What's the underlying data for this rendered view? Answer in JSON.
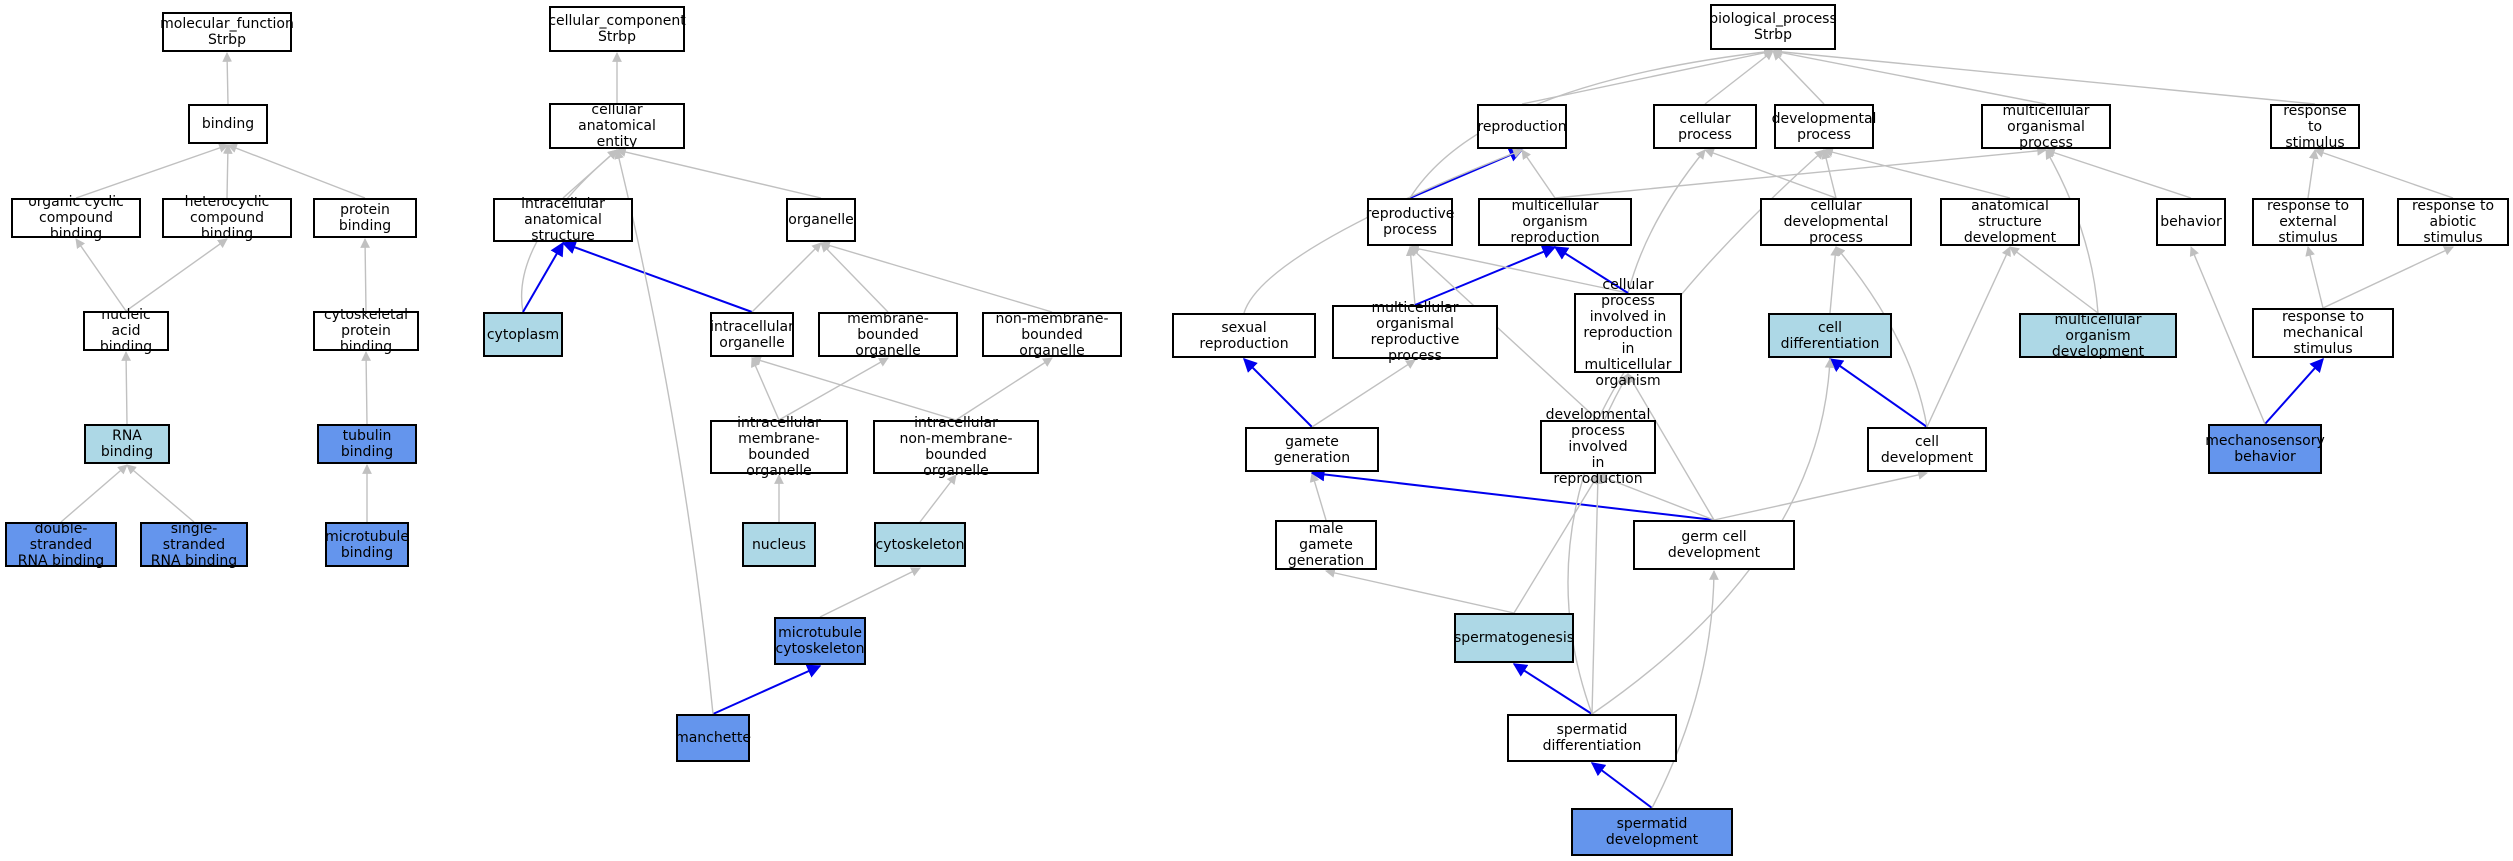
{
  "colors": {
    "plain": "#ffffff",
    "light": "#add8e6",
    "dark": "#6495ed",
    "edge_gray": "#c0c0c0",
    "edge_blue": "#0000ee"
  },
  "nodes": {
    "molecular_function": {
      "label": "molecular_function\nStrbp",
      "fill": "plain"
    },
    "binding": {
      "label": "binding",
      "fill": "plain"
    },
    "organic_cyclic": {
      "label": "organic cyclic\ncompound binding",
      "fill": "plain"
    },
    "heterocyclic": {
      "label": "heterocyclic\ncompound binding",
      "fill": "plain"
    },
    "protein_binding": {
      "label": "protein binding",
      "fill": "plain"
    },
    "nucleic_acid": {
      "label": "nucleic acid\nbinding",
      "fill": "plain"
    },
    "cytoskeletal_pb": {
      "label": "cytoskeletal\nprotein binding",
      "fill": "plain"
    },
    "rna_binding": {
      "label": "RNA binding",
      "fill": "light"
    },
    "tubulin_binding": {
      "label": "tubulin binding",
      "fill": "dark"
    },
    "ds_rna": {
      "label": "double-stranded\nRNA binding",
      "fill": "dark"
    },
    "ss_rna": {
      "label": "single-stranded\nRNA binding",
      "fill": "dark"
    },
    "microtubule_binding": {
      "label": "microtubule\nbinding",
      "fill": "dark"
    },
    "cellular_component": {
      "label": "cellular_component\nStrbp",
      "fill": "plain"
    },
    "cell_anat_entity": {
      "label": "cellular anatomical\nentity",
      "fill": "plain"
    },
    "intra_anat_struct": {
      "label": "intracellular\nanatomical structure",
      "fill": "plain"
    },
    "organelle": {
      "label": "organelle",
      "fill": "plain"
    },
    "cytoplasm": {
      "label": "cytoplasm",
      "fill": "light"
    },
    "intra_organelle": {
      "label": "intracellular\norganelle",
      "fill": "plain"
    },
    "membrane_bounded": {
      "label": "membrane-bounded\norganelle",
      "fill": "plain"
    },
    "non_membrane_bounded": {
      "label": "non-membrane-bounded\norganelle",
      "fill": "plain"
    },
    "intra_mb_org": {
      "label": "intracellular\nmembrane-bounded\norganelle",
      "fill": "plain"
    },
    "intra_nmb_org": {
      "label": "intracellular\nnon-membrane-bounded\norganelle",
      "fill": "plain"
    },
    "nucleus": {
      "label": "nucleus",
      "fill": "light"
    },
    "cytoskeleton": {
      "label": "cytoskeleton",
      "fill": "light"
    },
    "microtubule_cytoskeleton": {
      "label": "microtubule\ncytoskeleton",
      "fill": "dark"
    },
    "manchette": {
      "label": "manchette",
      "fill": "dark"
    },
    "biological_process": {
      "label": "biological_process\nStrbp",
      "fill": "plain"
    },
    "reproduction": {
      "label": "reproduction",
      "fill": "plain"
    },
    "cellular_process": {
      "label": "cellular process",
      "fill": "plain"
    },
    "developmental_process": {
      "label": "developmental\nprocess",
      "fill": "plain"
    },
    "multicellular_organismal_process": {
      "label": "multicellular\norganismal process",
      "fill": "plain"
    },
    "response_to_stimulus": {
      "label": "response to\nstimulus",
      "fill": "plain"
    },
    "reproductive_process": {
      "label": "reproductive\nprocess",
      "fill": "plain"
    },
    "mc_org_reproduction": {
      "label": "multicellular\norganism reproduction",
      "fill": "plain"
    },
    "cellular_dev_process": {
      "label": "cellular developmental\nprocess",
      "fill": "plain"
    },
    "anat_struct_dev": {
      "label": "anatomical structure\ndevelopment",
      "fill": "plain"
    },
    "behavior": {
      "label": "behavior",
      "fill": "plain"
    },
    "resp_external": {
      "label": "response to\nexternal stimulus",
      "fill": "plain"
    },
    "resp_abiotic": {
      "label": "response to\nabiotic stimulus",
      "fill": "plain"
    },
    "sexual_reproduction": {
      "label": "sexual reproduction",
      "fill": "plain"
    },
    "mc_org_repro_process": {
      "label": "multicellular\norganismal reproductive\nprocess",
      "fill": "plain"
    },
    "cp_in_repro": {
      "label": "cellular process\ninvolved in\nreproduction\nin multicellular\norganism",
      "fill": "plain"
    },
    "cell_differentiation": {
      "label": "cell differentiation",
      "fill": "light"
    },
    "mc_org_development": {
      "label": "multicellular\norganism development",
      "fill": "light"
    },
    "resp_mechanical": {
      "label": "response to\nmechanical stimulus",
      "fill": "plain"
    },
    "gamete_generation": {
      "label": "gamete generation",
      "fill": "plain"
    },
    "dev_in_repro": {
      "label": "developmental\nprocess involved\nin reproduction",
      "fill": "plain"
    },
    "cell_development": {
      "label": "cell development",
      "fill": "plain"
    },
    "mechanosensory_behavior": {
      "label": "mechanosensory\nbehavior",
      "fill": "dark"
    },
    "male_gamete_generation": {
      "label": "male gamete\ngeneration",
      "fill": "plain"
    },
    "germ_cell_development": {
      "label": "germ cell development",
      "fill": "plain"
    },
    "spermatogenesis": {
      "label": "spermatogenesis",
      "fill": "light"
    },
    "spermatid_differentiation": {
      "label": "spermatid differentiation",
      "fill": "plain"
    },
    "spermatid_development": {
      "label": "spermatid development",
      "fill": "dark"
    }
  },
  "edges": [
    {
      "from": "binding",
      "to": "molecular_function",
      "kind": "gray"
    },
    {
      "from": "organic_cyclic",
      "to": "binding",
      "kind": "gray"
    },
    {
      "from": "heterocyclic",
      "to": "binding",
      "kind": "gray"
    },
    {
      "from": "protein_binding",
      "to": "binding",
      "kind": "gray"
    },
    {
      "from": "nucleic_acid",
      "to": "organic_cyclic",
      "kind": "gray"
    },
    {
      "from": "nucleic_acid",
      "to": "heterocyclic",
      "kind": "gray"
    },
    {
      "from": "cytoskeletal_pb",
      "to": "protein_binding",
      "kind": "gray"
    },
    {
      "from": "rna_binding",
      "to": "nucleic_acid",
      "kind": "gray"
    },
    {
      "from": "tubulin_binding",
      "to": "cytoskeletal_pb",
      "kind": "gray"
    },
    {
      "from": "ds_rna",
      "to": "rna_binding",
      "kind": "gray"
    },
    {
      "from": "ss_rna",
      "to": "rna_binding",
      "kind": "gray"
    },
    {
      "from": "microtubule_binding",
      "to": "tubulin_binding",
      "kind": "gray"
    },
    {
      "from": "cell_anat_entity",
      "to": "cellular_component",
      "kind": "gray"
    },
    {
      "from": "intra_anat_struct",
      "to": "cell_anat_entity",
      "kind": "gray"
    },
    {
      "from": "organelle",
      "to": "cell_anat_entity",
      "kind": "gray"
    },
    {
      "from": "cytoplasm",
      "to": "cell_anat_entity",
      "kind": "gray"
    },
    {
      "from": "cytoplasm",
      "to": "intra_anat_struct",
      "kind": "blue"
    },
    {
      "from": "intra_organelle",
      "to": "intra_anat_struct",
      "kind": "blue"
    },
    {
      "from": "intra_organelle",
      "to": "organelle",
      "kind": "gray"
    },
    {
      "from": "membrane_bounded",
      "to": "organelle",
      "kind": "gray"
    },
    {
      "from": "non_membrane_bounded",
      "to": "organelle",
      "kind": "gray"
    },
    {
      "from": "intra_mb_org",
      "to": "intra_organelle",
      "kind": "gray"
    },
    {
      "from": "intra_mb_org",
      "to": "membrane_bounded",
      "kind": "gray"
    },
    {
      "from": "intra_nmb_org",
      "to": "intra_organelle",
      "kind": "gray"
    },
    {
      "from": "intra_nmb_org",
      "to": "non_membrane_bounded",
      "kind": "gray"
    },
    {
      "from": "nucleus",
      "to": "intra_mb_org",
      "kind": "gray"
    },
    {
      "from": "cytoskeleton",
      "to": "intra_nmb_org",
      "kind": "gray"
    },
    {
      "from": "microtubule_cytoskeleton",
      "to": "cytoskeleton",
      "kind": "gray"
    },
    {
      "from": "manchette",
      "to": "microtubule_cytoskeleton",
      "kind": "blue"
    },
    {
      "from": "manchette",
      "to": "cell_anat_entity",
      "kind": "gray"
    },
    {
      "from": "reproduction",
      "to": "biological_process",
      "kind": "gray"
    },
    {
      "from": "cellular_process",
      "to": "biological_process",
      "kind": "gray"
    },
    {
      "from": "developmental_process",
      "to": "biological_process",
      "kind": "gray"
    },
    {
      "from": "multicellular_organismal_process",
      "to": "biological_process",
      "kind": "gray"
    },
    {
      "from": "response_to_stimulus",
      "to": "biological_process",
      "kind": "gray"
    },
    {
      "from": "reproductive_process",
      "to": "biological_process",
      "kind": "gray"
    },
    {
      "from": "reproductive_process",
      "to": "reproduction",
      "kind": "blue"
    },
    {
      "from": "mc_org_reproduction",
      "to": "reproduction",
      "kind": "gray"
    },
    {
      "from": "mc_org_reproduction",
      "to": "multicellular_organismal_process",
      "kind": "gray"
    },
    {
      "from": "cellular_dev_process",
      "to": "cellular_process",
      "kind": "gray"
    },
    {
      "from": "cellular_dev_process",
      "to": "developmental_process",
      "kind": "gray"
    },
    {
      "from": "anat_struct_dev",
      "to": "developmental_process",
      "kind": "gray"
    },
    {
      "from": "behavior",
      "to": "multicellular_organismal_process",
      "kind": "gray"
    },
    {
      "from": "resp_external",
      "to": "response_to_stimulus",
      "kind": "gray"
    },
    {
      "from": "resp_abiotic",
      "to": "response_to_stimulus",
      "kind": "gray"
    },
    {
      "from": "sexual_reproduction",
      "to": "reproduction",
      "kind": "gray"
    },
    {
      "from": "mc_org_repro_process",
      "to": "reproductive_process",
      "kind": "gray"
    },
    {
      "from": "mc_org_repro_process",
      "to": "mc_org_reproduction",
      "kind": "blue"
    },
    {
      "from": "cp_in_repro",
      "to": "reproductive_process",
      "kind": "gray"
    },
    {
      "from": "cp_in_repro",
      "to": "cellular_process",
      "kind": "gray"
    },
    {
      "from": "cp_in_repro",
      "to": "mc_org_reproduction",
      "kind": "blue"
    },
    {
      "from": "cell_differentiation",
      "to": "cellular_dev_process",
      "kind": "gray"
    },
    {
      "from": "mc_org_development",
      "to": "anat_struct_dev",
      "kind": "gray"
    },
    {
      "from": "mc_org_development",
      "to": "multicellular_organismal_process",
      "kind": "gray"
    },
    {
      "from": "resp_mechanical",
      "to": "resp_external",
      "kind": "gray"
    },
    {
      "from": "resp_mechanical",
      "to": "resp_abiotic",
      "kind": "gray"
    },
    {
      "from": "gamete_generation",
      "to": "sexual_reproduction",
      "kind": "blue"
    },
    {
      "from": "gamete_generation",
      "to": "mc_org_repro_process",
      "kind": "gray"
    },
    {
      "from": "dev_in_repro",
      "to": "reproductive_process",
      "kind": "gray"
    },
    {
      "from": "dev_in_repro",
      "to": "developmental_process",
      "kind": "gray"
    },
    {
      "from": "cell_development",
      "to": "cell_differentiation",
      "kind": "blue"
    },
    {
      "from": "cell_development",
      "to": "cellular_dev_process",
      "kind": "gray"
    },
    {
      "from": "cell_development",
      "to": "anat_struct_dev",
      "kind": "gray"
    },
    {
      "from": "mechanosensory_behavior",
      "to": "resp_mechanical",
      "kind": "blue"
    },
    {
      "from": "mechanosensory_behavior",
      "to": "behavior",
      "kind": "gray"
    },
    {
      "from": "male_gamete_generation",
      "to": "gamete_generation",
      "kind": "gray"
    },
    {
      "from": "germ_cell_development",
      "to": "gamete_generation",
      "kind": "blue"
    },
    {
      "from": "germ_cell_development",
      "to": "dev_in_repro",
      "kind": "gray"
    },
    {
      "from": "germ_cell_development",
      "to": "cell_development",
      "kind": "gray"
    },
    {
      "from": "germ_cell_development",
      "to": "cp_in_repro",
      "kind": "gray"
    },
    {
      "from": "spermatogenesis",
      "to": "male_gamete_generation",
      "kind": "gray"
    },
    {
      "from": "spermatogenesis",
      "to": "dev_in_repro",
      "kind": "gray"
    },
    {
      "from": "spermatid_differentiation",
      "to": "spermatogenesis",
      "kind": "blue"
    },
    {
      "from": "spermatid_differentiation",
      "to": "cell_differentiation",
      "kind": "gray"
    },
    {
      "from": "spermatid_differentiation",
      "to": "dev_in_repro",
      "kind": "gray"
    },
    {
      "from": "spermatid_differentiation",
      "to": "cp_in_repro",
      "kind": "gray"
    },
    {
      "from": "spermatid_development",
      "to": "spermatid_differentiation",
      "kind": "blue"
    },
    {
      "from": "spermatid_development",
      "to": "germ_cell_development",
      "kind": "gray"
    }
  ]
}
